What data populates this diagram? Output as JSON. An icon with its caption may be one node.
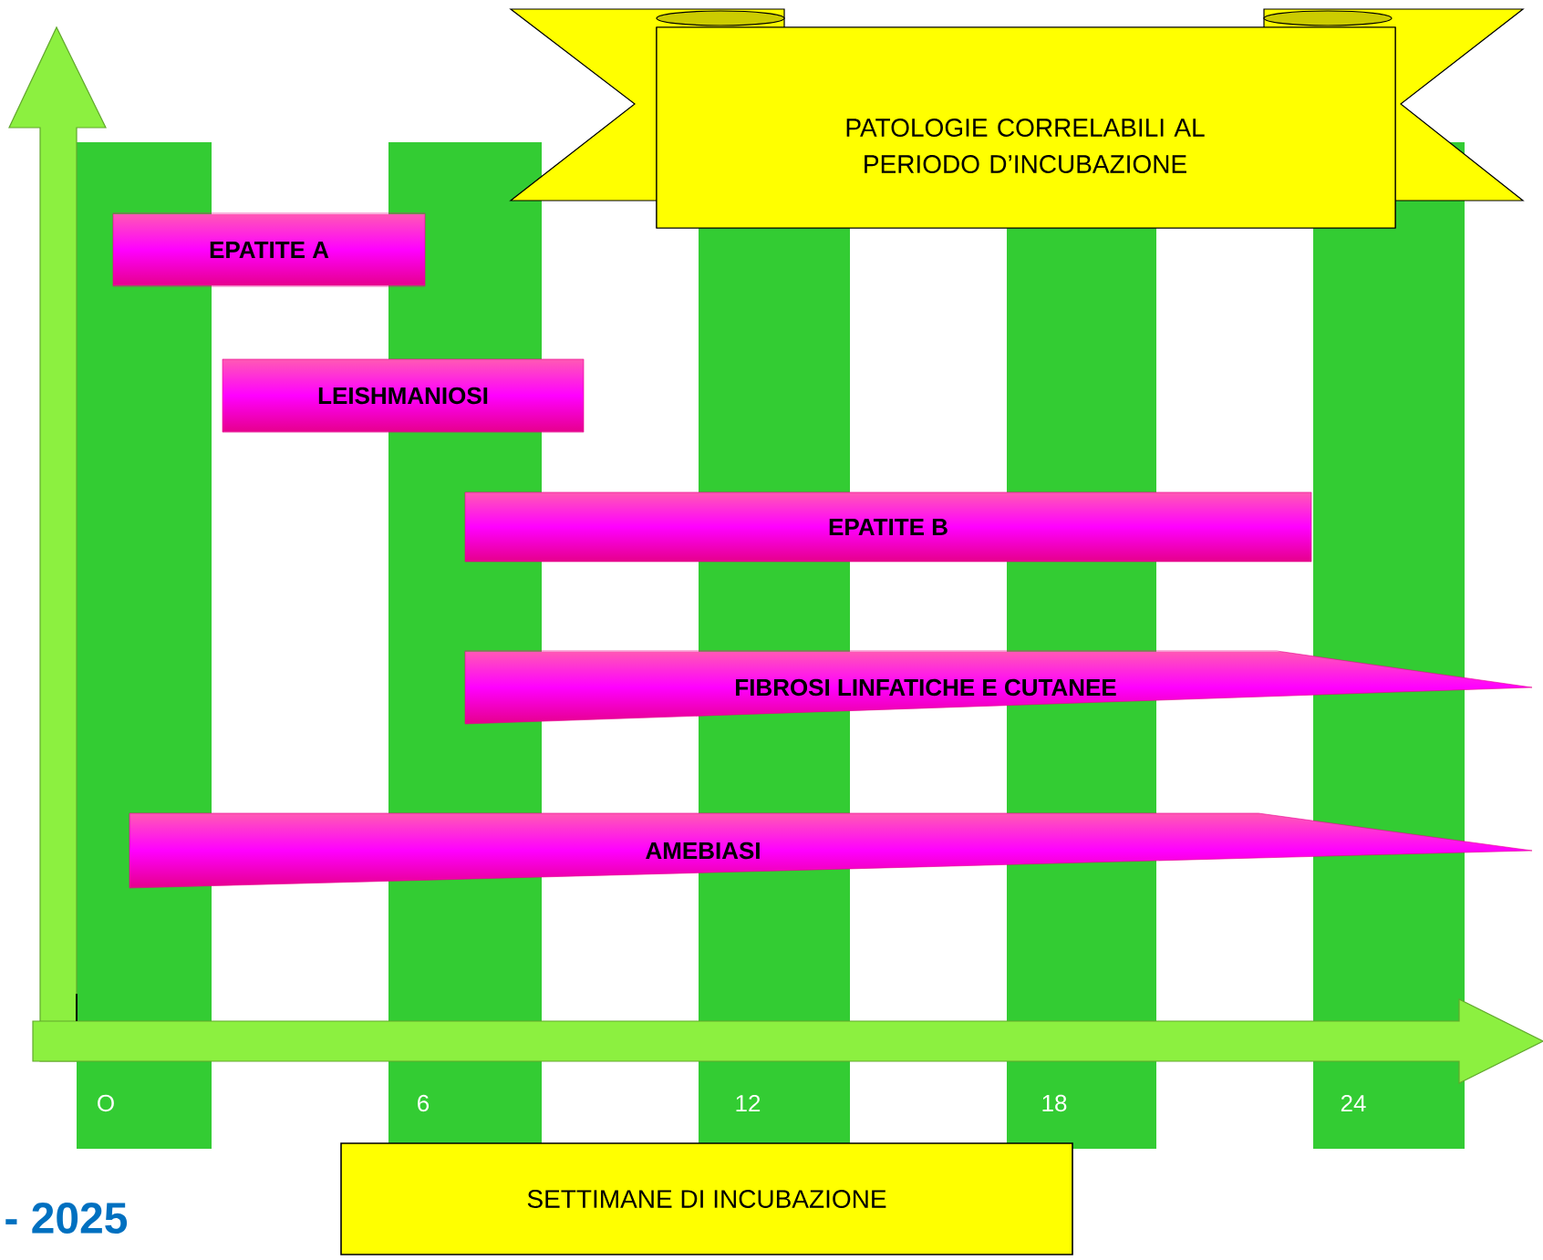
{
  "diagram": {
    "nodes": [
      {
        "text": [
          "PATOLOGIE CORRELABILI AL PERIODO D’INCUBAZIONE"
        ]
      },
      {
        "text": [
          "EPATITE A"
        ]
      },
      {
        "text": [
          "LEISHMANIOSI"
        ]
      },
      {
        "text": [
          "EPATITE B"
        ]
      },
      {
        "text": [
          "FIBROSI LINFATICHE E CUTANEE"
        ]
      },
      {
        "text": [
          "AMEBIASI"
        ]
      },
      {
        "text": [
          "SETTIMANE DI INCUBAZIONE"
        ]
      }
    ],
    "labels": [
      "O",
      "6",
      "12",
      "18",
      "24",
      "- 2025"
    ]
  }
}
